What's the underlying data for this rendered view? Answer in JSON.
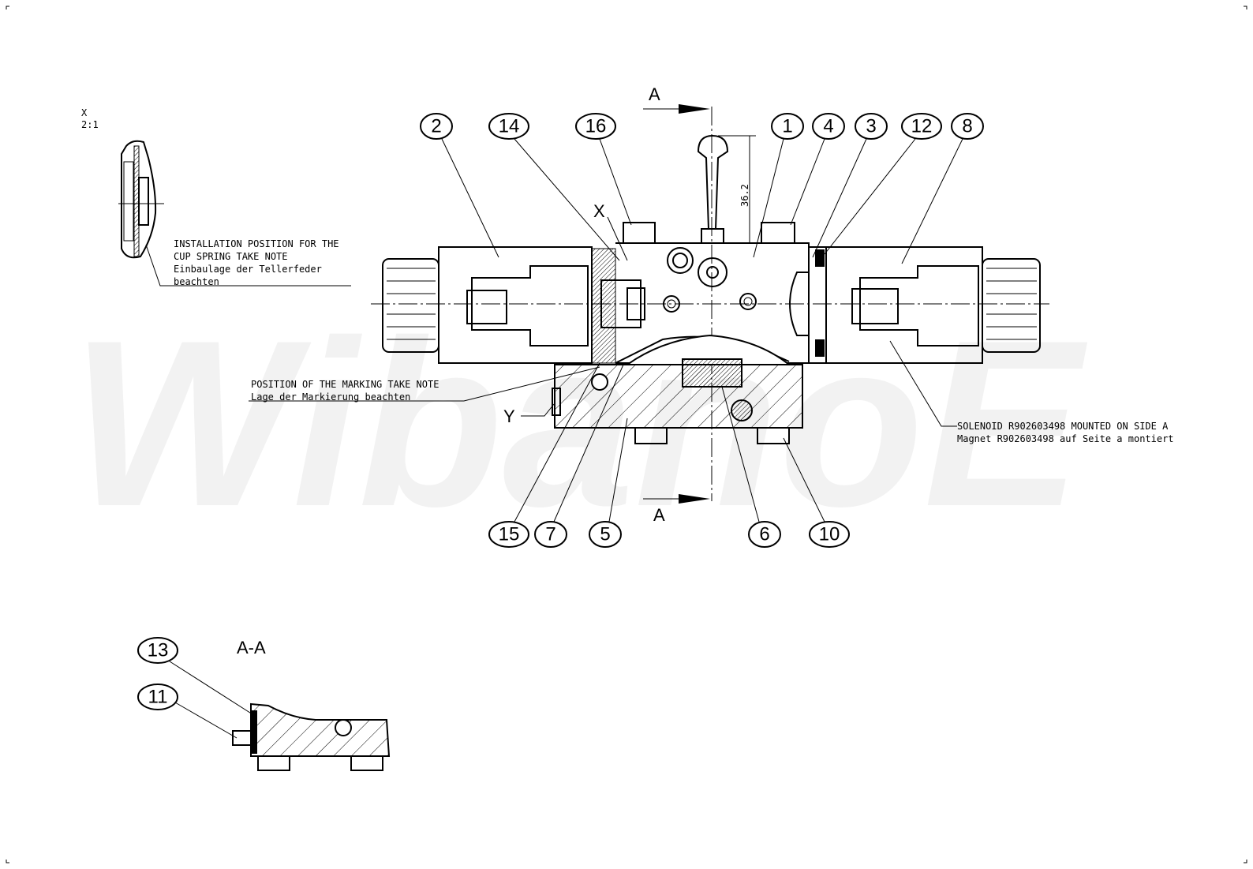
{
  "watermark": "WibanoE",
  "detail_x": {
    "label": "X",
    "scale": "2:1"
  },
  "notes": {
    "cup_spring": [
      "INSTALLATION POSITION FOR THE",
      "CUP SPRING TAKE NOTE",
      "Einbaulage der Tellerfeder",
      "beachten"
    ],
    "marking": [
      "POSITION OF THE MARKING TAKE NOTE",
      "Lage der Markierung beachten"
    ],
    "solenoid": [
      "SOLENOID R902603498 MOUNTED ON SIDE A",
      "Magnet R902603498 auf Seite a montiert"
    ]
  },
  "section_marks": {
    "top": "A",
    "bottom": "A",
    "view_label": "A-A",
    "x_mark": "X",
    "y_mark": "Y"
  },
  "dimension": "36.2",
  "balloons_top": [
    "2",
    "14",
    "16",
    "1",
    "4",
    "3",
    "12",
    "8"
  ],
  "balloons_bottom": [
    "15",
    "7",
    "5",
    "6",
    "10"
  ],
  "balloons_section": [
    "13",
    "11"
  ]
}
